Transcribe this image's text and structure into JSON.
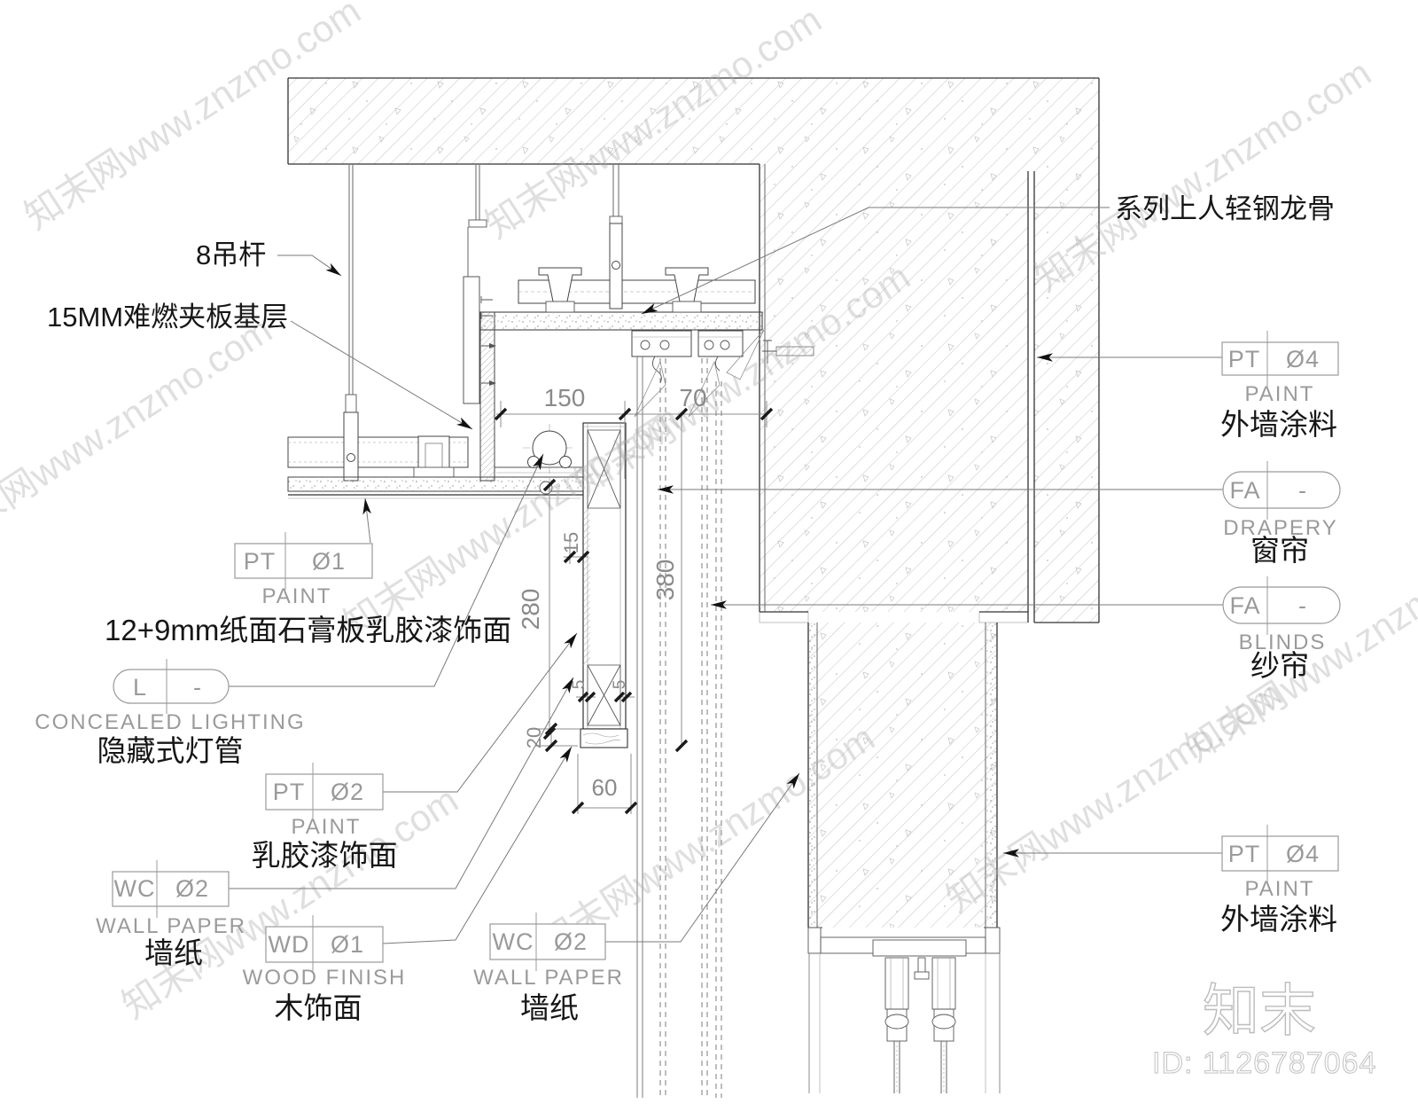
{
  "watermark": {
    "full": "知末网www.znzmo.com",
    "logo": "知末",
    "id_text": "ID: 1126787064"
  },
  "callouts": {
    "keel": "系列上人轻钢龙骨",
    "hanger_rod": "8吊杆",
    "plywood_base": "15MM难燃夹板基层",
    "gypsum_board": "12+9mm纸面石膏板乳胶漆饰面"
  },
  "tags": {
    "pt1": {
      "code": "PT",
      "num": "Ø1",
      "en": "PAINT"
    },
    "concealed_light": {
      "code": "L",
      "num": "-",
      "en": "CONCEALED LIGHTING",
      "zh": "隐藏式灯管"
    },
    "pt2": {
      "code": "PT",
      "num": "Ø2",
      "en": "PAINT",
      "zh": "乳胶漆饰面"
    },
    "wc_left": {
      "code": "WC",
      "num": "Ø2",
      "en": "WALL PAPER",
      "zh": "墙纸"
    },
    "wd1": {
      "code": "WD",
      "num": "Ø1",
      "en": "WOOD FINISH",
      "zh": "木饰面"
    },
    "wc_mid": {
      "code": "WC",
      "num": "Ø2",
      "en": "WALL PAPER",
      "zh": "墙纸"
    },
    "pt4_top": {
      "code": "PT",
      "num": "Ø4",
      "en": "PAINT",
      "zh": "外墙涂料"
    },
    "fa_drapery": {
      "code": "FA",
      "num": "-",
      "en": "DRAPERY",
      "zh": "窗帘"
    },
    "fa_blinds": {
      "code": "FA",
      "num": "-",
      "en": "BLINDS",
      "zh": "纱帘"
    },
    "pt4_bottom": {
      "code": "PT",
      "num": "Ø4",
      "en": "PAINT",
      "zh": "外墙涂料"
    }
  },
  "dimensions": {
    "w150": "150",
    "w70": "70",
    "h380": "380",
    "h280": "280",
    "w15": "15",
    "h20": "20",
    "w60": "60",
    "t5a": "5",
    "t5b": "5"
  }
}
